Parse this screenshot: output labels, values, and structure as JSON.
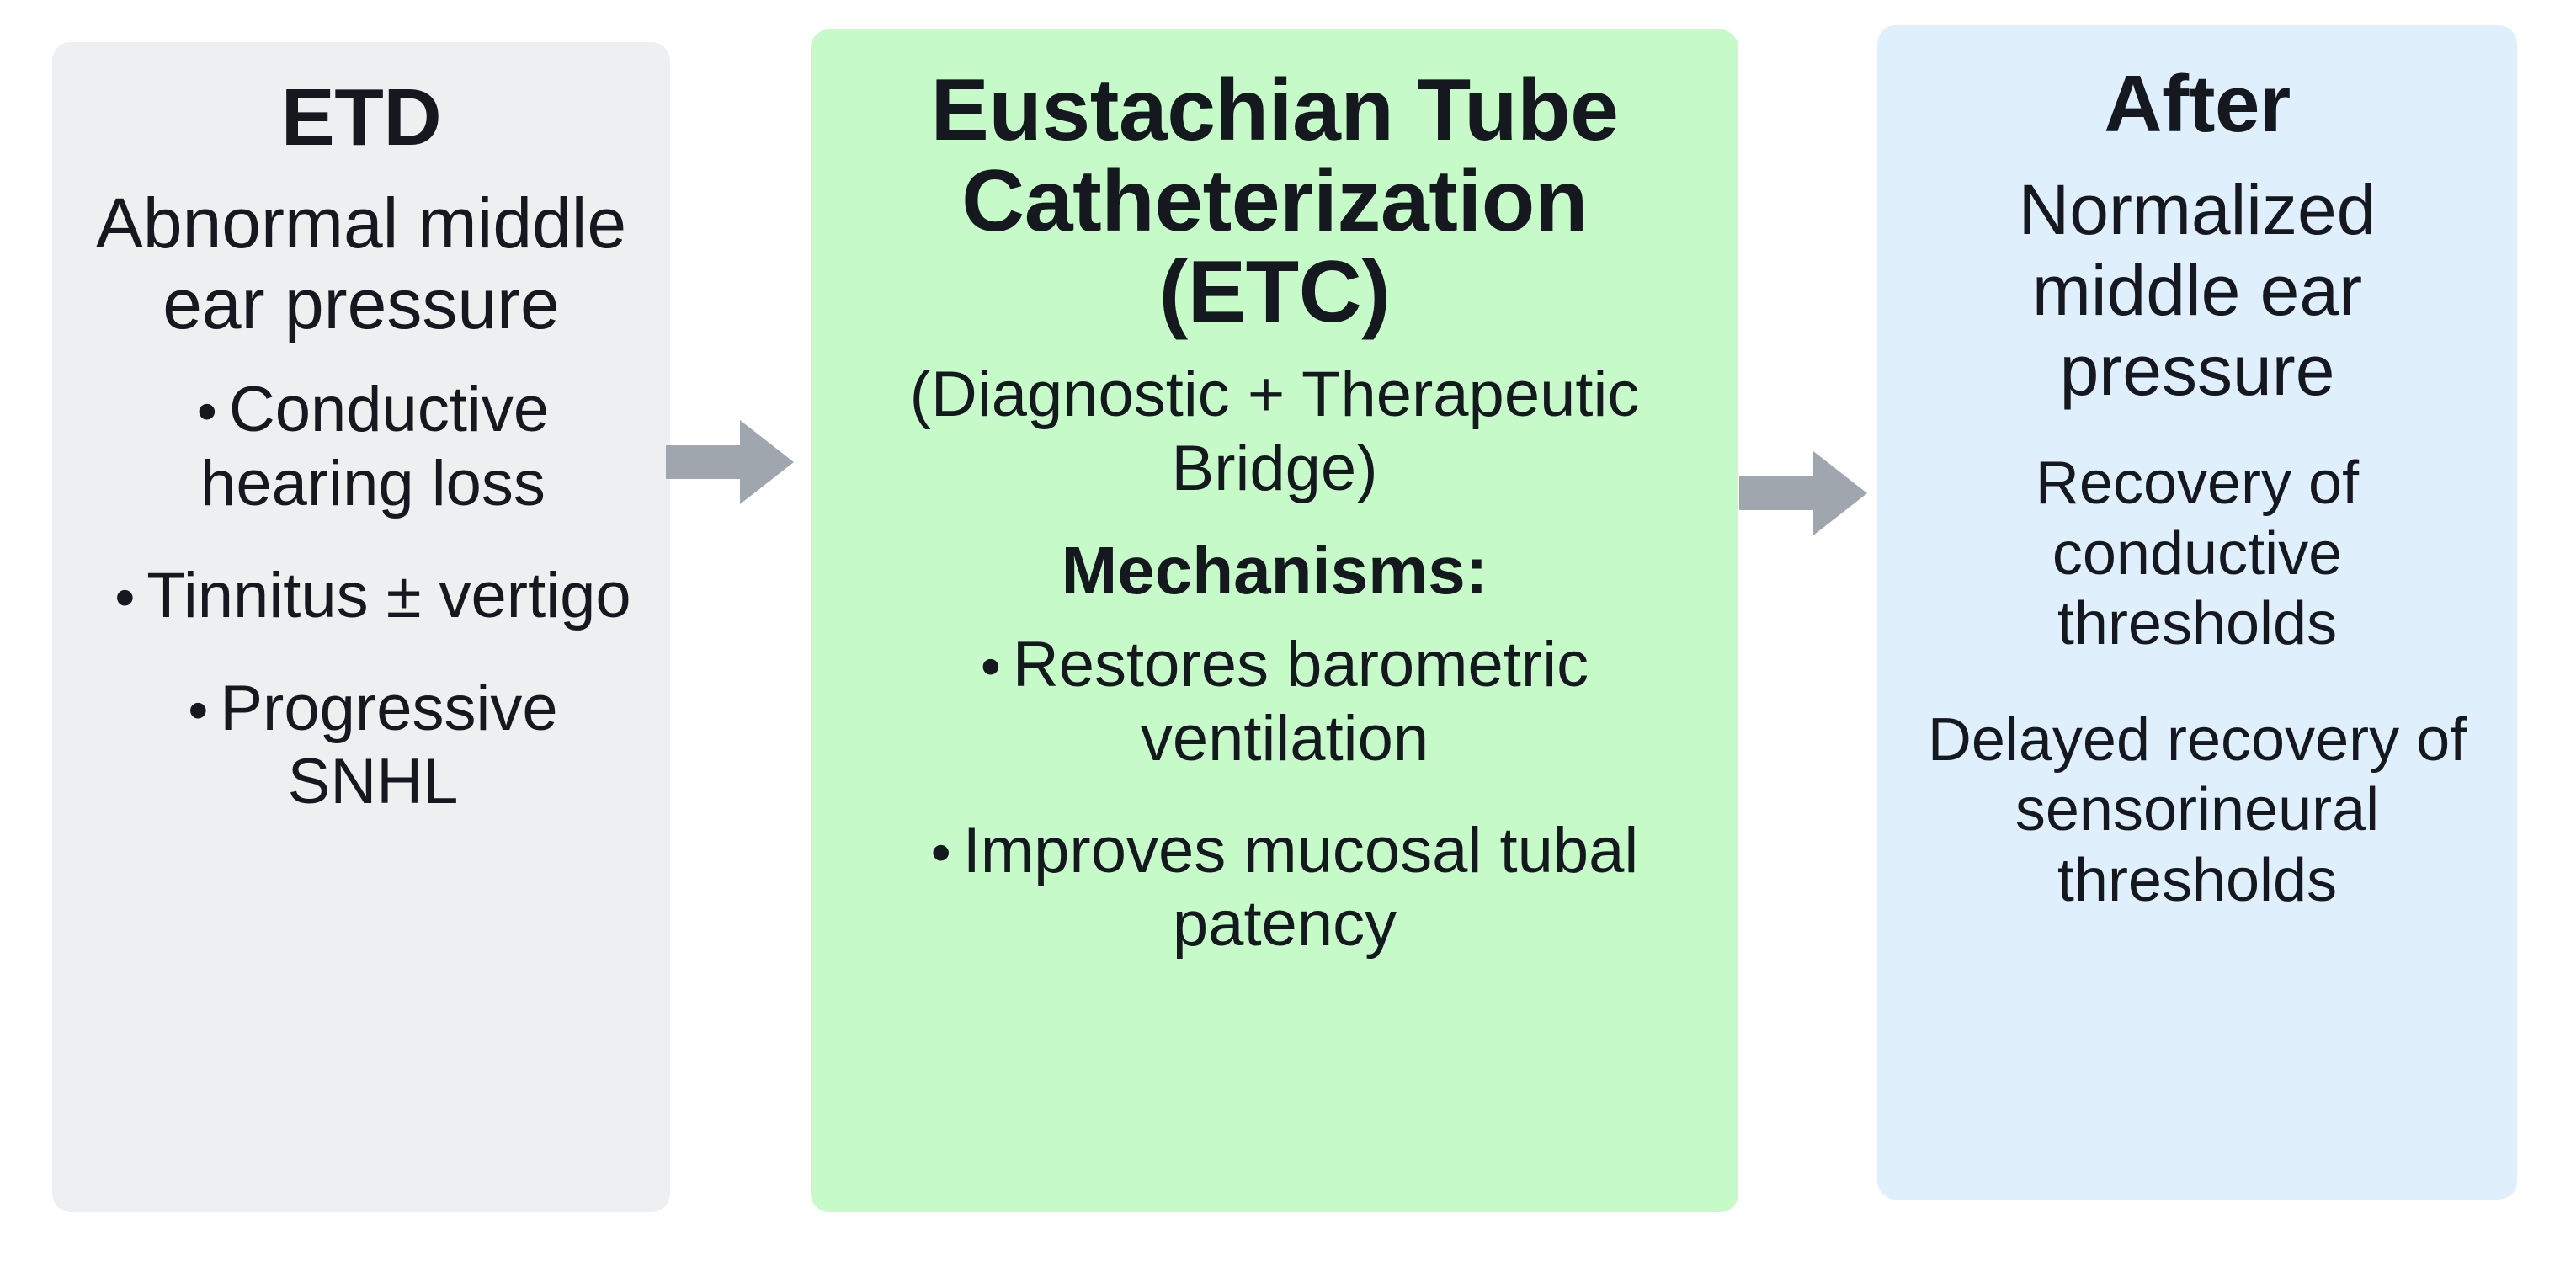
{
  "diagram": {
    "type": "three-stage-process-flow",
    "colors": {
      "stage1_bg": "#EEEFF0",
      "stage2_bg": "#C6FBC9",
      "stage3_bg": "#DFEFFC",
      "arrow": "#A0A6AD",
      "text": "#15191F",
      "page_bg": "#FFFFFF"
    },
    "stages": [
      {
        "id": "etd",
        "title": "ETD",
        "subtitle": "Abnormal middle ear pressure",
        "bullets": [
          "Conductive hearing loss",
          "Tinnitus ± vertigo",
          "Progressive SNHL"
        ]
      },
      {
        "id": "etc",
        "title": "Eustachian Tube Catheterization (ETC)",
        "paren_note": "(Diagnostic + Therapeutic Bridge)",
        "section_head": "Mechanisms:",
        "bullets": [
          "Restores barometric ventilation",
          "Improves mucosal tubal patency"
        ]
      },
      {
        "id": "after",
        "title": "After",
        "subtitle": "Normalized middle ear pressure",
        "blocks": [
          "Recovery of conductive thresholds",
          "Delayed recovery of sensorineural thresholds"
        ]
      }
    ],
    "bullet_glyph": "•",
    "arrows": [
      {
        "id": "arrow-stage1-to-stage2",
        "direction": "right"
      },
      {
        "id": "arrow-stage2-to-stage3",
        "direction": "right"
      }
    ]
  }
}
